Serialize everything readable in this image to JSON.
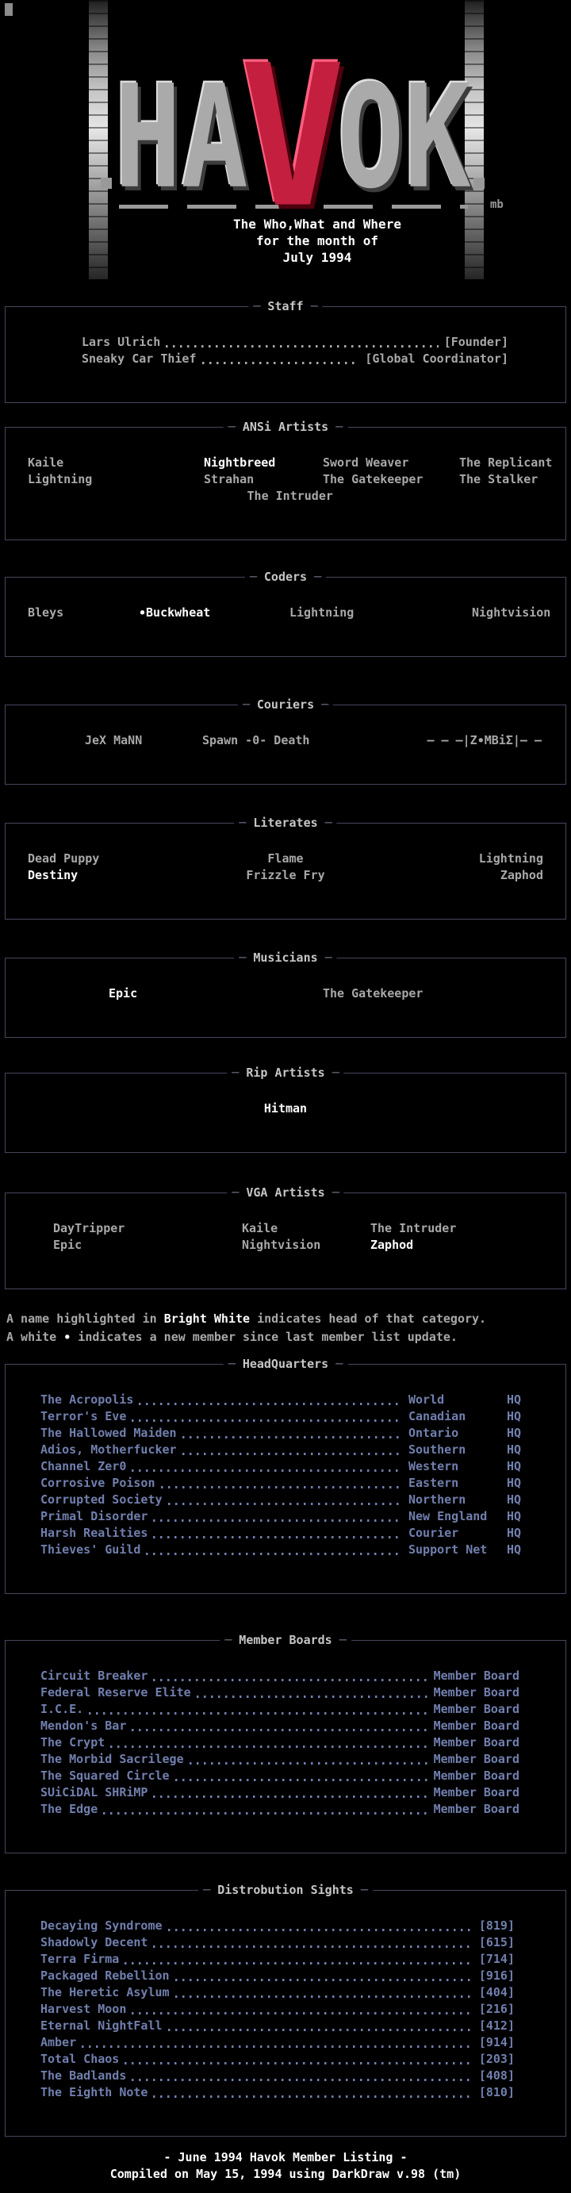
{
  "colors": {
    "background": "#000000",
    "text_gray": "#a8a8a8",
    "bright_white": "#ffffff",
    "list_blue": "#717fae",
    "logo_red": "#c41f3f"
  },
  "logo": {
    "letters": [
      "H",
      "A",
      "V",
      "O",
      "K"
    ],
    "signature": "mb",
    "tagline": [
      "The Who,What and Where",
      "for the month of",
      "July 1994"
    ]
  },
  "staff": {
    "title": "Staff",
    "rows": [
      {
        "name": "Lars Ulrich",
        "role": "[Founder]"
      },
      {
        "name": "Sneaky Car Thief",
        "role": "[Global Coordinator]"
      }
    ]
  },
  "ansi": {
    "title": "ANSi Artists",
    "row1": [
      "Kaile",
      "Nightbreed",
      "Sword Weaver",
      "The Replicant"
    ],
    "row2": [
      "Lightning",
      "Strahan",
      "The Gatekeeper",
      "The Stalker"
    ],
    "row3": [
      "The Intruder"
    ]
  },
  "coders": {
    "title": "Coders",
    "new_marker": "∙",
    "members": [
      "Bleys",
      "Buckwheat",
      "Lightning",
      "Nightvision"
    ]
  },
  "couriers": {
    "title": "Couriers",
    "members": [
      "JeX MaNN",
      "Spawn -0- Death",
      "— — —|Z∙MBiΣ|— —"
    ]
  },
  "literates": {
    "title": "Literates",
    "row1": [
      "Dead Puppy",
      "Flame",
      "Lightning"
    ],
    "row2": [
      "Destiny",
      "Frizzle Fry",
      "Zaphod"
    ]
  },
  "musicians": {
    "title": "Musicians",
    "members": [
      "Epic",
      "The Gatekeeper"
    ]
  },
  "rip": {
    "title": "Rip Artists",
    "members": [
      "Hitman"
    ]
  },
  "vga": {
    "title": "VGA Artists",
    "row1": [
      "DayTripper",
      "Kaile",
      "The Intruder"
    ],
    "row2": [
      "Epic",
      "Nightvision",
      "Zaphod"
    ]
  },
  "notes": {
    "line1_pre": "A name highlighted in ",
    "line1_em": "Bright White",
    "line1_post": " indicates head of that category.",
    "line2_pre": "A white ",
    "line2_em": "∙",
    "line2_post": " indicates a new member since last member list update."
  },
  "headquarters": {
    "title": "HeadQuarters",
    "rows": [
      {
        "name": "The Acropolis",
        "location": "World",
        "tag": "HQ"
      },
      {
        "name": "Terror's Eve",
        "location": "Canadian",
        "tag": "HQ"
      },
      {
        "name": "The Hallowed Maiden",
        "location": "Ontario",
        "tag": "HQ"
      },
      {
        "name": "Adios, Motherfucker",
        "location": "Southern",
        "tag": "HQ"
      },
      {
        "name": "Channel Zer0",
        "location": "Western",
        "tag": "HQ"
      },
      {
        "name": "Corrosive Poison",
        "location": "Eastern",
        "tag": "HQ"
      },
      {
        "name": "Corrupted Society",
        "location": "Northern",
        "tag": "HQ"
      },
      {
        "name": "Primal Disorder",
        "location": "New England",
        "tag": "HQ"
      },
      {
        "name": "Harsh Realities",
        "location": "Courier",
        "tag": "HQ"
      },
      {
        "name": "Thieves' Guild",
        "location": "Support Net",
        "tag": "HQ"
      }
    ]
  },
  "member_boards": {
    "title": "Member Boards",
    "label": "Member Board",
    "rows": [
      "Circuit Breaker",
      "Federal Reserve Elite",
      "I.C.E.",
      "Mendon's Bar",
      "The Crypt",
      "The Morbid Sacrilege",
      "The Squared Circle",
      "SUiCiDAL SHRiMP",
      "The Edge"
    ]
  },
  "distribution": {
    "title": "Distrobution Sights",
    "rows": [
      {
        "name": "Decaying Syndrome",
        "code": "[819]"
      },
      {
        "name": "Shadowly Decent",
        "code": "[615]"
      },
      {
        "name": "Terra Firma",
        "code": "[714]"
      },
      {
        "name": "Packaged Rebellion",
        "code": "[916]"
      },
      {
        "name": "The Heretic Asylum",
        "code": "[404]"
      },
      {
        "name": "Harvest Moon",
        "code": "[216]"
      },
      {
        "name": "Eternal NightFall",
        "code": "[412]"
      },
      {
        "name": "Amber",
        "code": "[914]"
      },
      {
        "name": "Total Chaos",
        "code": "[203]"
      },
      {
        "name": "The Badlands",
        "code": "[408]"
      },
      {
        "name": "The Eighth Note",
        "code": "[810]"
      }
    ]
  },
  "footer": {
    "line1": "- June 1994 Havok Member Listing -",
    "line2": "Compiled on May 15, 1994 using DarkDraw v.98 (tm)"
  }
}
